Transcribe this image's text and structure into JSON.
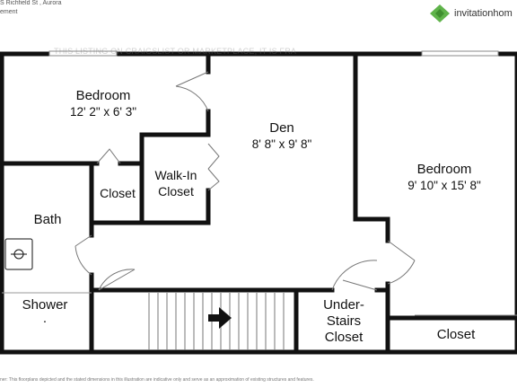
{
  "header": {
    "address": "S Richfield St , Aurora",
    "level": "ement"
  },
  "brand": {
    "name": "invitationhom",
    "accent_color": "#5fb34a",
    "logo_icon": "diamond-logo-icon"
  },
  "watermark": "THIS LISTING ON CRAIGSLIST OR            MARKETPLACE, IT IS FRA",
  "rooms": {
    "bedroom1": {
      "name": "Bedroom",
      "dims": "12' 2\" x 6' 3\""
    },
    "den": {
      "name": "Den",
      "dims": "8' 8\" x 9' 8\""
    },
    "bedroom2": {
      "name": "Bedroom",
      "dims": "9' 10\" x 15' 8\""
    },
    "closet_small": {
      "name": "Closet"
    },
    "walkin": {
      "line1": "Walk-In",
      "line2": "Closet"
    },
    "bath": {
      "name": "Bath"
    },
    "shower": {
      "name": "Shower",
      "sub": "."
    },
    "understairs": {
      "line1": "Under-",
      "line2": "Stairs",
      "line3": "Closet"
    },
    "closet_right": {
      "name": "Closet"
    }
  },
  "stairs_icon": "arrow-right-icon",
  "disclaimer": "ner: This floorplans depicted and the stated dimensions in this illustration are indicative only and serve as an approximation of existing structures and features."
}
